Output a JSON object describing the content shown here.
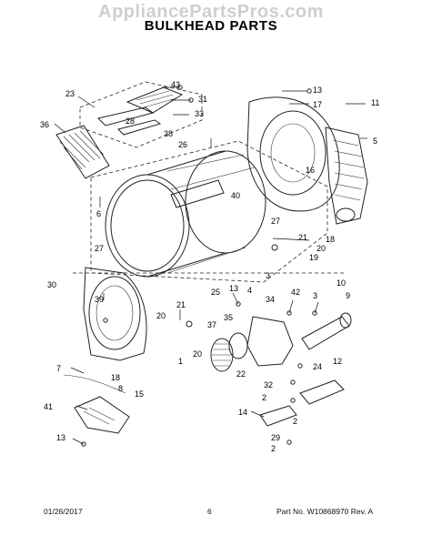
{
  "watermark": "AppliancePartsPros.com",
  "title": "BULKHEAD PARTS",
  "footer": {
    "date": "01/26/2017",
    "page": "6",
    "part_label": "Part No.",
    "part_number": "W10868970",
    "revision": "Rev. A"
  },
  "callouts": [
    "43",
    "31",
    "23",
    "28",
    "33",
    "38",
    "36",
    "26",
    "13",
    "17",
    "11",
    "5",
    "16",
    "40",
    "6",
    "27",
    "21",
    "20",
    "18",
    "19",
    "25",
    "30",
    "39",
    "27",
    "13",
    "21",
    "3",
    "34",
    "42",
    "3",
    "10",
    "9",
    "20",
    "4",
    "35",
    "37",
    "20",
    "1",
    "22",
    "7",
    "18",
    "8",
    "15",
    "32",
    "24",
    "12",
    "2",
    "14",
    "2",
    "41",
    "13",
    "29",
    "2"
  ]
}
